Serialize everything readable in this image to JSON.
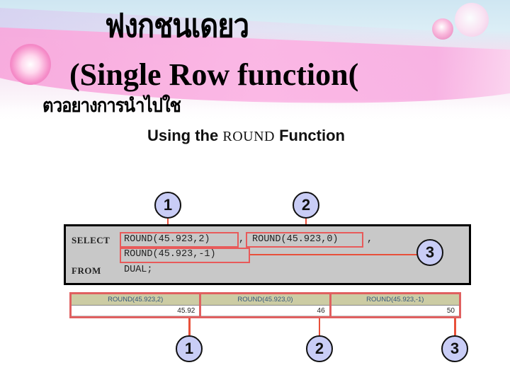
{
  "slide": {
    "title_thai": "ฟงกชนเดยว",
    "title_en": "(Single Row function(",
    "subtitle_thai": "ตวอยางการนำไปใช",
    "heading": {
      "prefix": "Using the",
      "keyword": "ROUND",
      "suffix": "Function"
    }
  },
  "sql": {
    "line1": {
      "keyword": "SELECT",
      "expr1": "ROUND(45.923,2)",
      "sep1": ",",
      "expr2": "ROUND(45.923,0)",
      "sep2": ","
    },
    "line2": {
      "expr3": "ROUND(45.923,-1)"
    },
    "line3": {
      "keyword": "FROM",
      "table": "DUAL;"
    }
  },
  "badges": {
    "top": [
      "1",
      "2",
      "3"
    ],
    "bottom": [
      "1",
      "2",
      "3"
    ]
  },
  "result_table": {
    "columns": [
      {
        "header": "ROUND(45.923,2)",
        "value": "45.92"
      },
      {
        "header": "ROUND(45.923,0)",
        "value": "46"
      },
      {
        "header": "ROUND(45.923,-1)",
        "value": "50"
      }
    ]
  },
  "colors": {
    "highlight": "#e85a5a",
    "badge_fill": "#c9cdf6",
    "sql_background": "#c8c8c8",
    "table_header": "#cccca4",
    "accent_pink": "#f7a8dc"
  }
}
